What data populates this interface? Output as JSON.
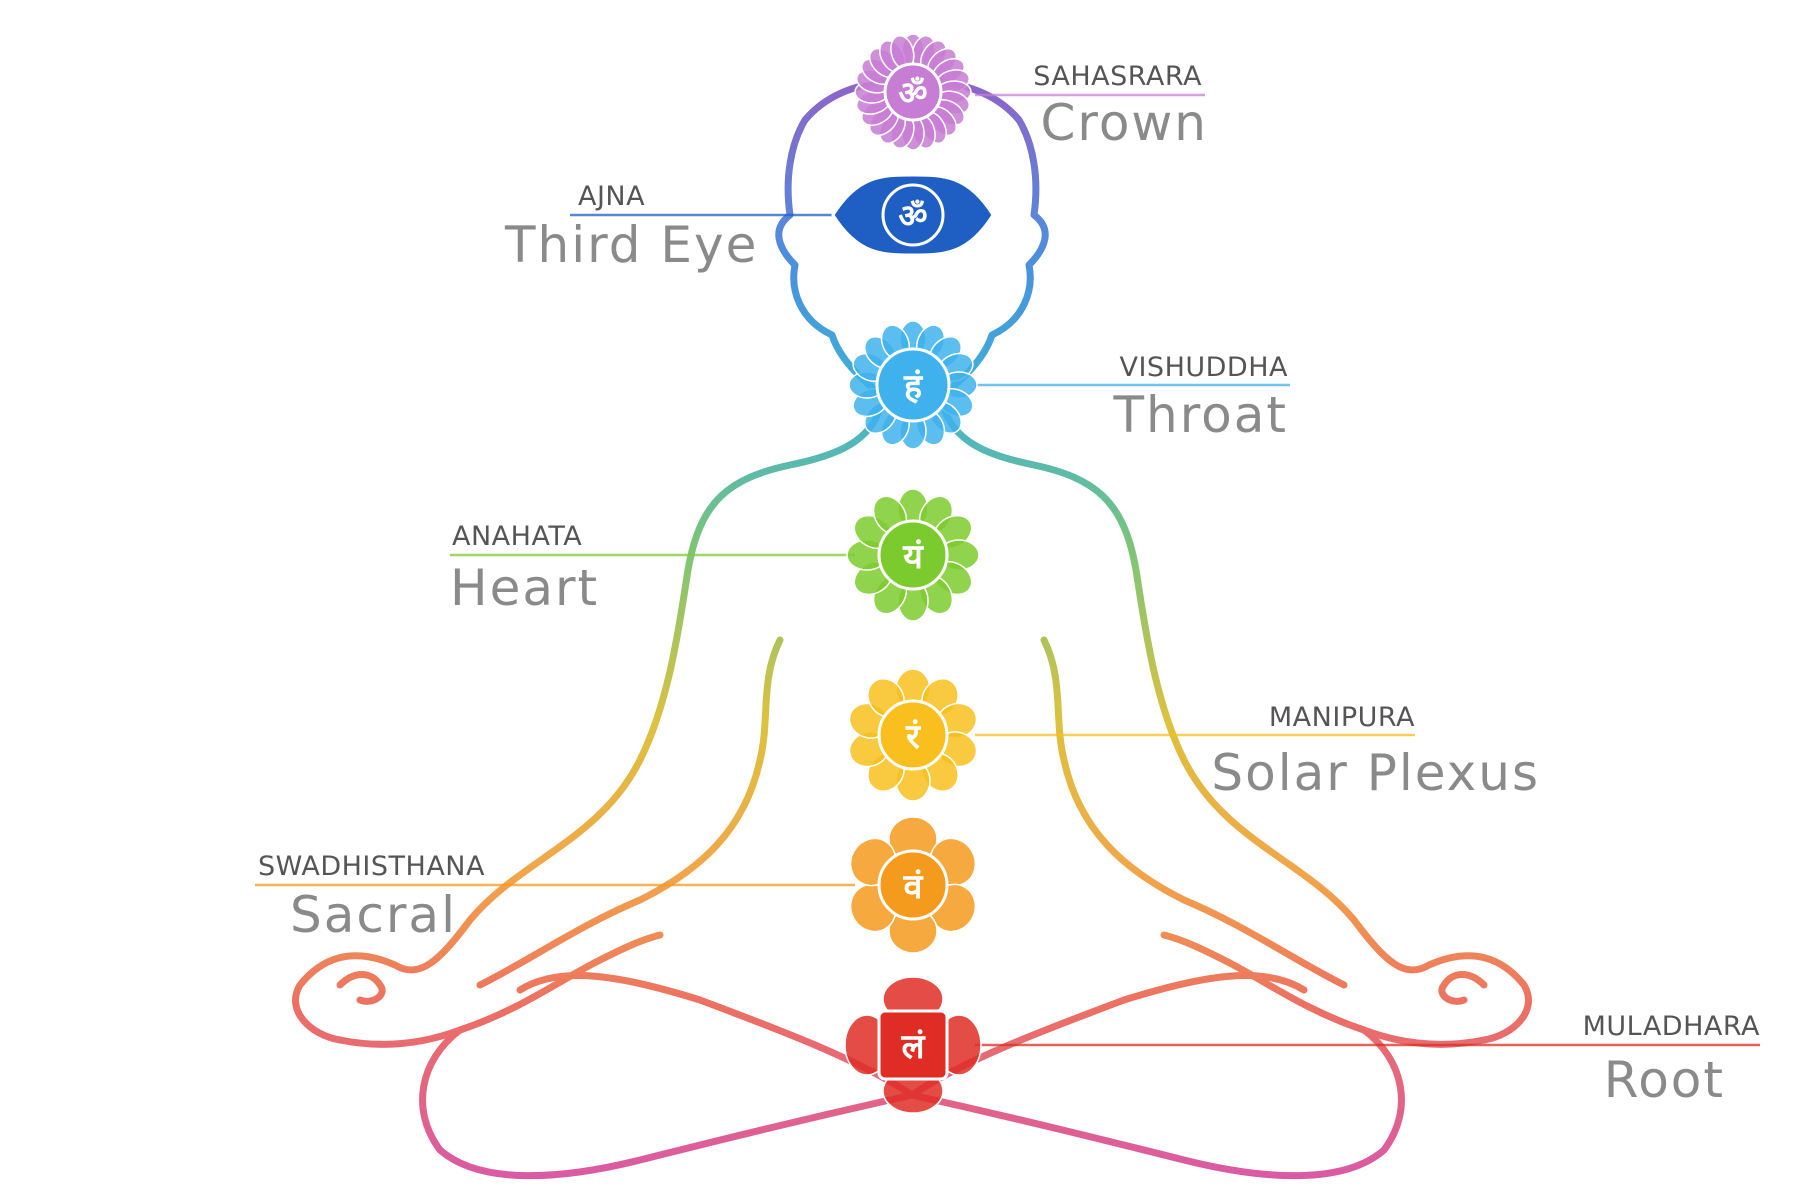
{
  "chakras": [
    {
      "sanskrit": "SAHASRARA",
      "english": "Crown",
      "color": "#c77dd3",
      "glyph": "ॐ"
    },
    {
      "sanskrit": "AJNA",
      "english": "Third Eye",
      "color": "#1f5fc4",
      "glyph": "ॐ"
    },
    {
      "sanskrit": "VISHUDDHA",
      "english": "Throat",
      "color": "#3fb1ec",
      "glyph": "हं"
    },
    {
      "sanskrit": "ANAHATA",
      "english": "Heart",
      "color": "#7ccb2e",
      "glyph": "यं"
    },
    {
      "sanskrit": "MANIPURA",
      "english": "Solar Plexus",
      "color": "#f8bf1e",
      "glyph": "रं"
    },
    {
      "sanskrit": "SWADHISTHANA",
      "english": "Sacral",
      "color": "#f49a1c",
      "glyph": "वं"
    },
    {
      "sanskrit": "MULADHARA",
      "english": "Root",
      "color": "#df2d26",
      "glyph": "लं"
    }
  ],
  "body_outline_colors": [
    "#8b66c9",
    "#4a90dd",
    "#3fb1d6",
    "#7cc478",
    "#dcc23f",
    "#f2a54a",
    "#ec7062",
    "#d95aa5"
  ]
}
